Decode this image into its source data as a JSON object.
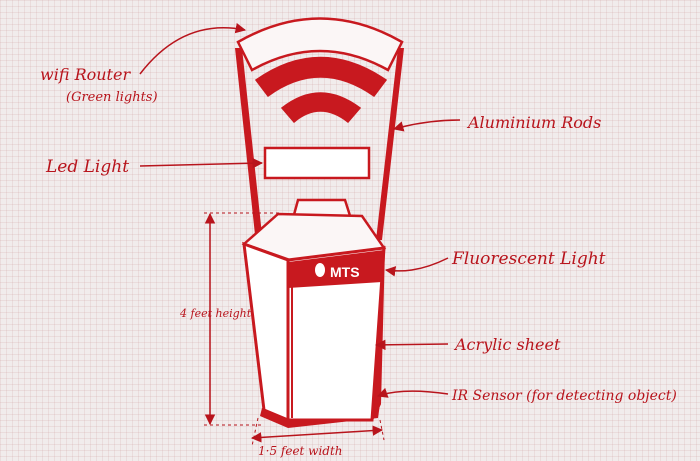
{
  "colors": {
    "accent": "#c8191f",
    "background": "#f1ecec"
  },
  "labels": {
    "wifi_router": "wifi Router",
    "green_lights": "(Green lights)",
    "led_light": "Led Light",
    "aluminium_rods": "Aluminium Rods",
    "fluorescent_light": "Fluorescent Light",
    "acrylic_sheet": "Acrylic sheet",
    "ir_sensor": "IR Sensor (for detecting object)",
    "height": "4 feet height",
    "width": "1·5 feet width"
  },
  "brand": {
    "name": "MTS",
    "logo": "mts-egg-logo"
  }
}
